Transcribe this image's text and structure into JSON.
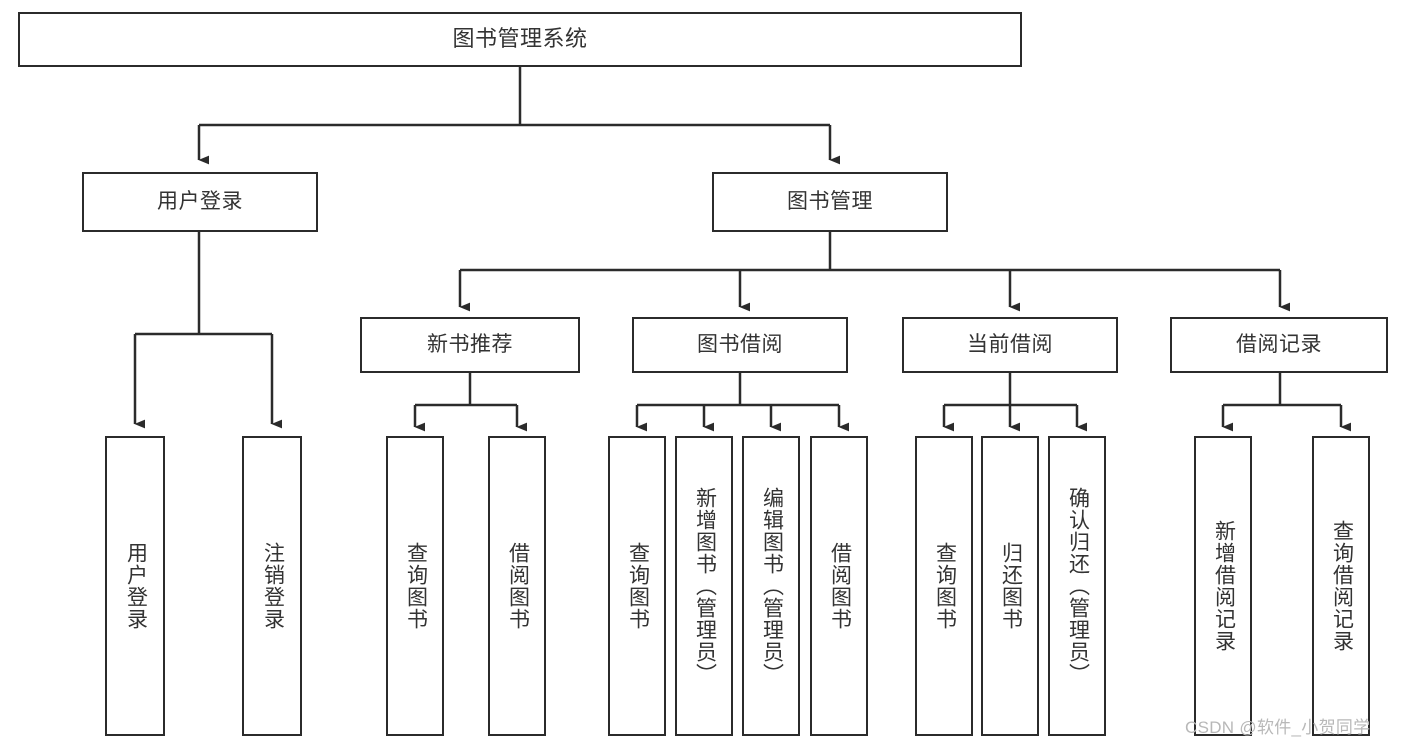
{
  "diagram": {
    "title": "图书管理系统",
    "type": "tree-hierarchy-chart",
    "colors": {
      "line": "#2b2b2b",
      "box_border": "#2b2b2b",
      "box_fill": "#ffffff",
      "text": "#333333",
      "background": "#ffffff",
      "watermark": "#b8b8b8"
    },
    "root": {
      "label": "图书管理系统"
    },
    "level2": [
      {
        "label": "用户登录"
      },
      {
        "label": "图书管理"
      }
    ],
    "level3": [
      {
        "label": "新书推荐"
      },
      {
        "label": "图书借阅"
      },
      {
        "label": "当前借阅"
      },
      {
        "label": "借阅记录"
      }
    ],
    "leaves": {
      "user_login": [
        {
          "label": "用户登录"
        },
        {
          "label": "注销登录"
        }
      ],
      "new_book_recommend": [
        {
          "label": "查询图书"
        },
        {
          "label": "借阅图书"
        }
      ],
      "book_borrow": [
        {
          "label": "查询图书"
        },
        {
          "label": "新增图书（管理员）"
        },
        {
          "label": "编辑图书（管理员）"
        },
        {
          "label": "借阅图书"
        }
      ],
      "current_borrow": [
        {
          "label": "查询图书"
        },
        {
          "label": "归还图书"
        },
        {
          "label": "确认归还（管理员）"
        }
      ],
      "borrow_record": [
        {
          "label": "新增借阅记录"
        },
        {
          "label": "查询借阅记录"
        }
      ]
    }
  },
  "watermark": {
    "text": "CSDN @软件_小贺同学"
  }
}
